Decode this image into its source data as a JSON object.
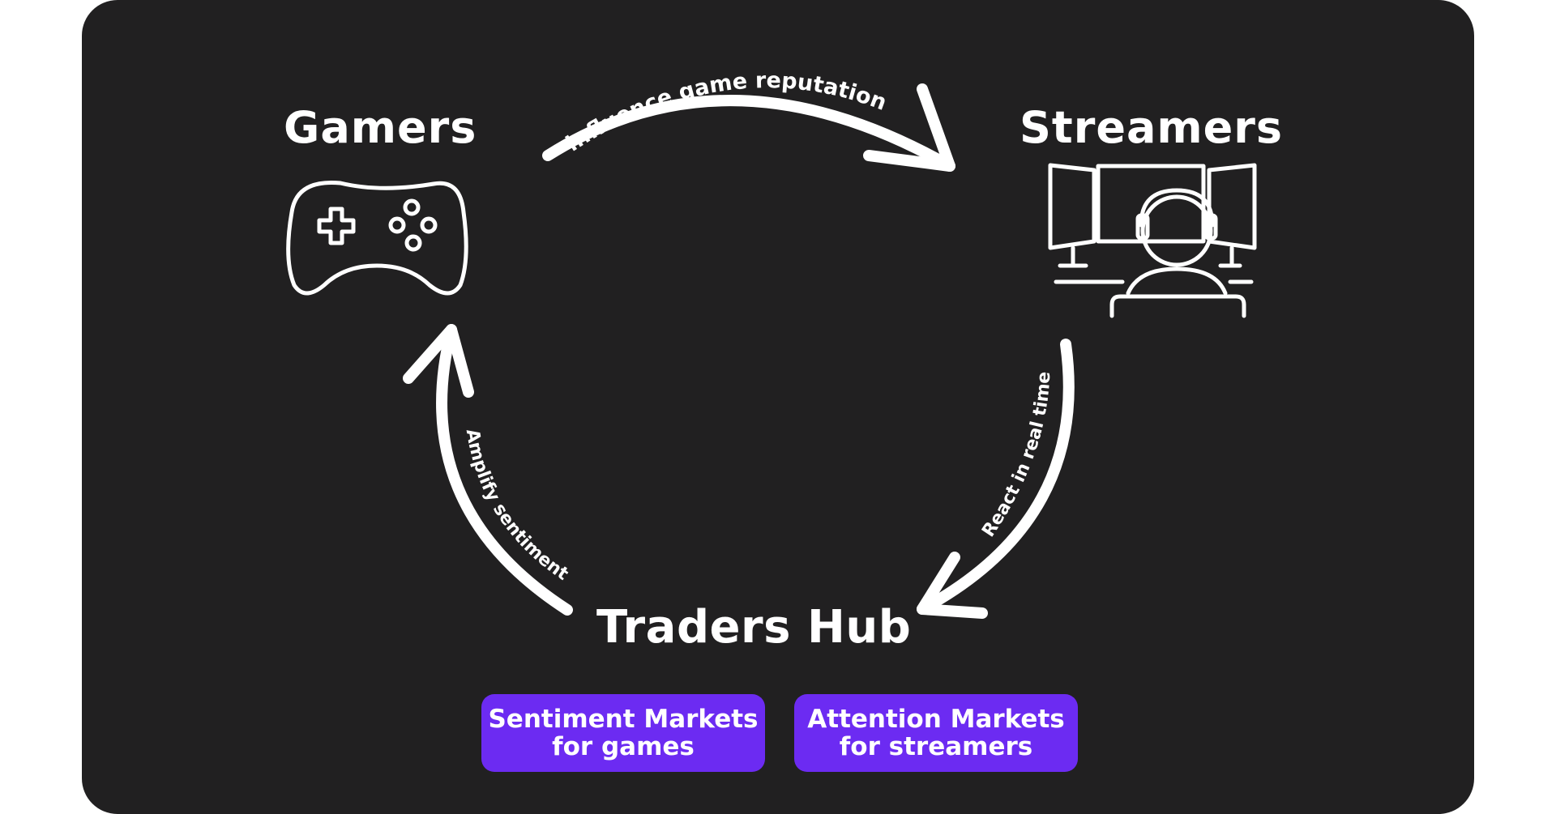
{
  "nodes": {
    "gamers": {
      "label": "Gamers",
      "icon": "gamepad-icon"
    },
    "streamers": {
      "label": "Streamers",
      "icon": "streamer-setup-icon"
    },
    "traders_hub": {
      "label": "Traders Hub"
    }
  },
  "edges": {
    "gamers_to_streamers": "influence game reputation",
    "streamers_to_traders": "React in real time",
    "traders_to_gamers": "Amplify sentiment"
  },
  "markets": [
    {
      "line1": "Sentiment Markets",
      "line2": "for games"
    },
    {
      "line1": "Attention Markets",
      "line2": "for streamers"
    }
  ],
  "colors": {
    "background": "#212021",
    "foreground": "#ffffff",
    "accent": "#6c2bf2"
  }
}
